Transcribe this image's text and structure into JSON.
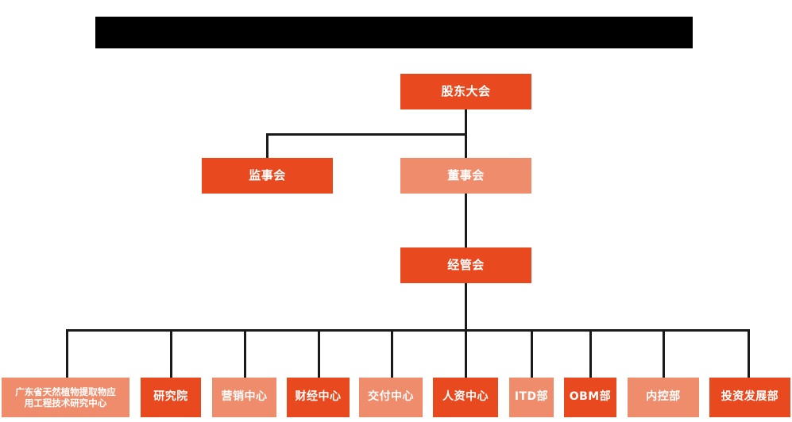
{
  "diagram": {
    "type": "organization-chart",
    "title_bar": {
      "label": "",
      "redacted": true,
      "color": "#000000"
    },
    "palette": {
      "dark_orange": "#e8491e",
      "light_orange": "#ef8c6c",
      "connector": "#1a1a1a",
      "text": "#ffffff",
      "background": "#ffffff"
    },
    "levels": {
      "level1": [
        {
          "label": "股东大会",
          "shade": "dark"
        }
      ],
      "level2": [
        {
          "label": "监事会",
          "shade": "dark"
        },
        {
          "label": "董事会",
          "shade": "light"
        }
      ],
      "level3": [
        {
          "label": "经管会",
          "shade": "dark"
        }
      ],
      "level4": [
        {
          "label": "广东省天然植物提取物应\n用工程技术研究中心",
          "line1": "广东省天然植物提取物应",
          "line2": "用工程技术研究中心",
          "shade": "light"
        },
        {
          "label": "研究院",
          "shade": "dark"
        },
        {
          "label": "营销中心",
          "shade": "light"
        },
        {
          "label": "财经中心",
          "shade": "dark"
        },
        {
          "label": "交付中心",
          "shade": "light"
        },
        {
          "label": "人资中心",
          "shade": "dark"
        },
        {
          "label": "ITD部",
          "shade": "light"
        },
        {
          "label": "OBM部",
          "shade": "dark"
        },
        {
          "label": "内控部",
          "shade": "light"
        },
        {
          "label": "投资发展部",
          "shade": "dark"
        }
      ]
    }
  }
}
